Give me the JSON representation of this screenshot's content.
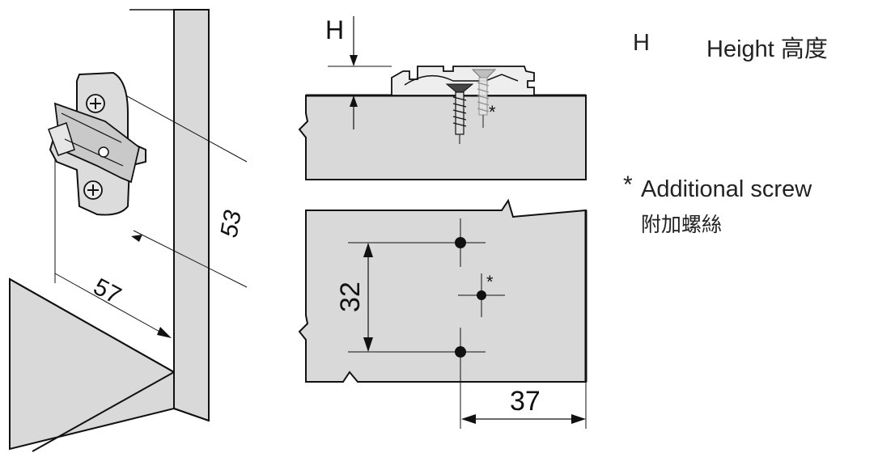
{
  "colors": {
    "panel": "#d9d9d9",
    "stroke": "#111111",
    "screw": "#b8b8b8",
    "hole": "#111111",
    "white": "#ffffff"
  },
  "legend": {
    "symbol_h": "H",
    "height_label": "Height 高度",
    "asterisk": "*",
    "additional_screw_en": "Additional screw",
    "additional_screw_zh": "附加螺絲"
  },
  "dimensions": {
    "height_marker": "H",
    "width_57": "57",
    "height_53": "53",
    "spacing_32": "32",
    "offset_37": "37",
    "asterisk_top": "*",
    "asterisk_hole": "*"
  }
}
